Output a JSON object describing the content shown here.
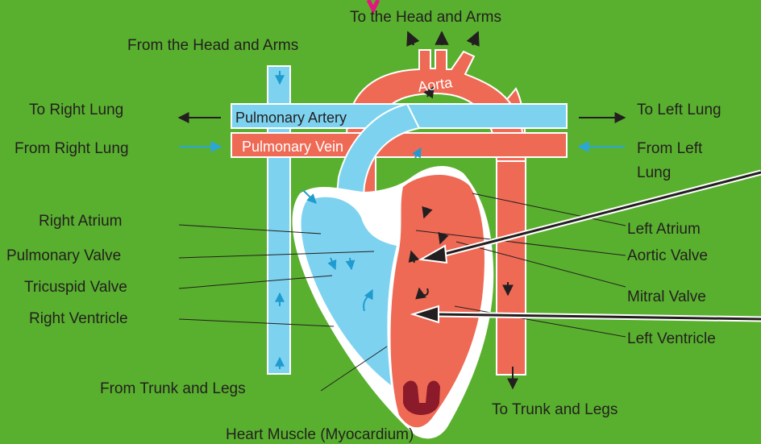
{
  "colors": {
    "background": "#59b02e",
    "oxygen_poor": "#7dd3ef",
    "oxygen_rich": "#ef6a55",
    "muscle_tip": "#8b1a2a",
    "text": "#231f20"
  },
  "labels": {
    "to_head_arms": "To the Head and Arms",
    "from_head_arms": "From the Head and Arms",
    "aorta": "Aorta",
    "pulmonary_artery": "Pulmonary Artery",
    "pulmonary_vein": "Pulmonary Vein",
    "to_right_lung": "To Right Lung",
    "from_right_lung": "From Right Lung",
    "to_left_lung": "To Left Lung",
    "from_left_lung_1": "From Left",
    "from_left_lung_2": "Lung",
    "right_atrium": "Right Atrium",
    "pulmonary_valve": "Pulmonary Valve",
    "tricuspid_valve": "Tricuspid Valve",
    "right_ventricle": "Right Ventricle",
    "from_trunk_legs": "From Trunk and Legs",
    "left_atrium": "Left Atrium",
    "aortic_valve": "Aortic Valve",
    "mitral_valve": "Mitral Valve",
    "left_ventricle": "Left Ventricle",
    "to_trunk_legs": "To Trunk and Legs",
    "heart_muscle": "Heart Muscle (Myocardium)"
  }
}
